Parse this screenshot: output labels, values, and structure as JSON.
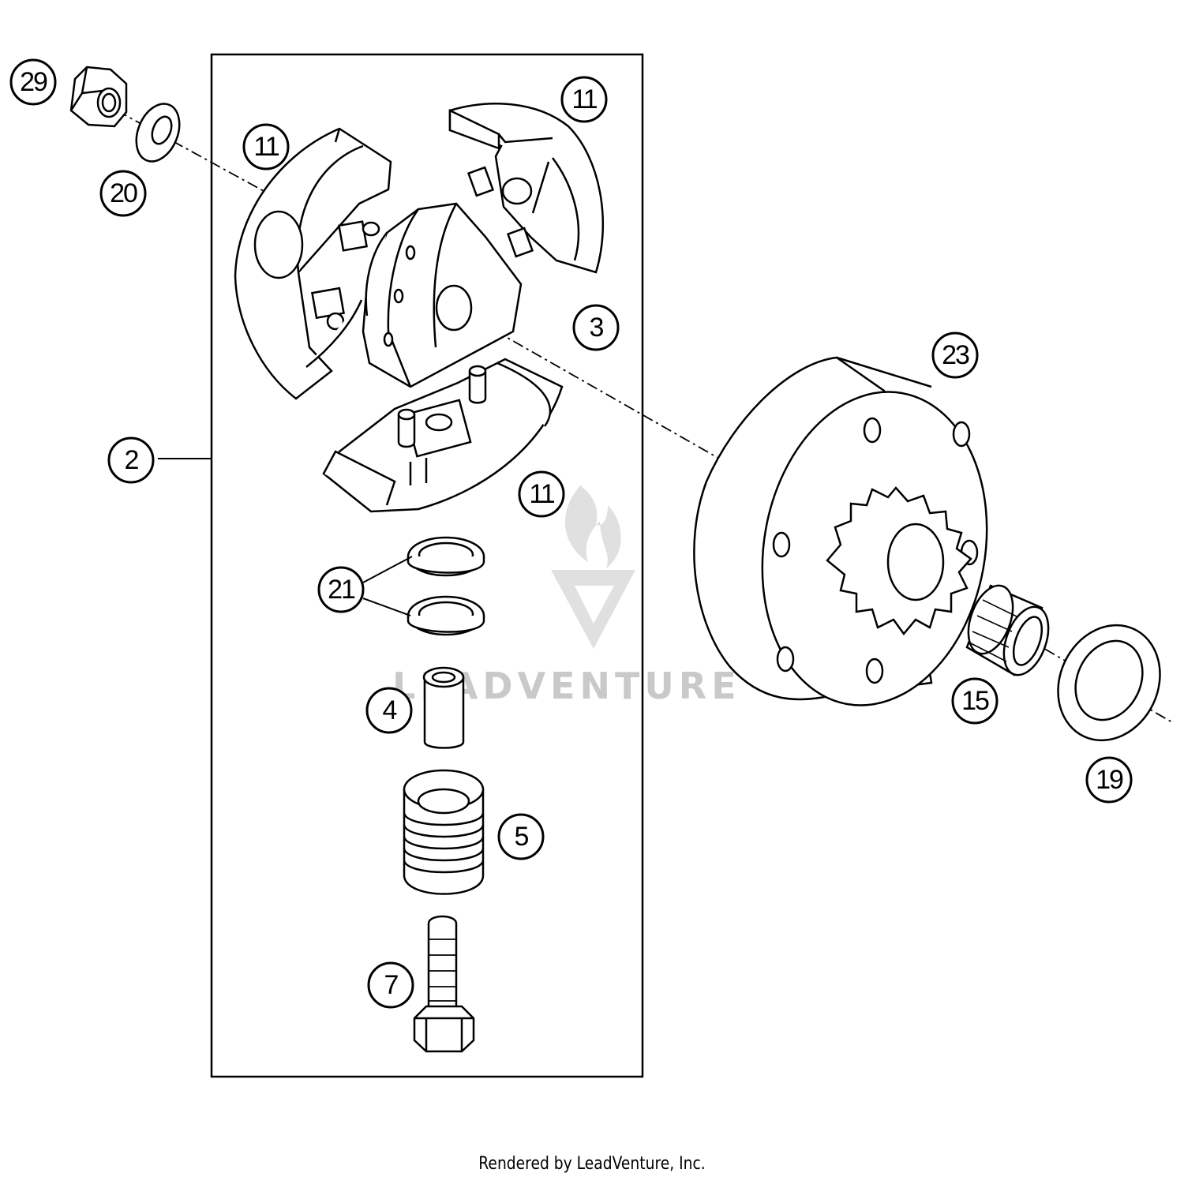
{
  "callouts": {
    "c29": "29",
    "c20": "20",
    "c11a": "11",
    "c11b": "11",
    "c11c": "11",
    "c3": "3",
    "c23": "23",
    "c2": "2",
    "c21": "21",
    "c4": "4",
    "c5": "5",
    "c7": "7",
    "c15": "15",
    "c19": "19"
  },
  "watermark": {
    "text": "LEADVENTURE"
  },
  "footer": {
    "text": "Rendered by LeadVenture, Inc."
  }
}
